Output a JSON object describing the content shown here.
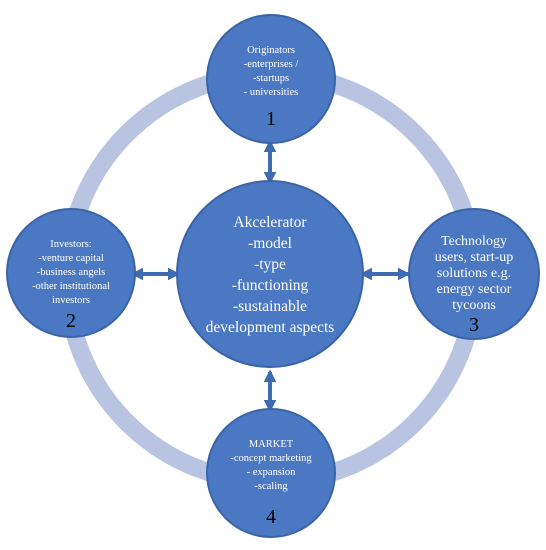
{
  "colors": {
    "ring": "#b8c4e2",
    "circle_fill": "#4a78c2",
    "circle_border": "#3a64a8",
    "arrow": "#3f6bb3",
    "text": "#ffffff",
    "number": "#000000"
  },
  "center": {
    "lines": [
      "Akcelerator",
      "-model",
      "-type",
      "-functioning",
      "-sustainable",
      "development aspects"
    ]
  },
  "nodes": {
    "top": {
      "lines": [
        "Originators",
        "-enterprises /",
        "-startups",
        "- universities"
      ],
      "number": "1"
    },
    "left": {
      "lines": [
        "Investors:",
        "-venture capital",
        "-business angels",
        "-other institutional",
        "investors"
      ],
      "number": "2"
    },
    "right": {
      "lines": [
        "Technology",
        "users, start-up",
        "solutions e.g.",
        "energy sector",
        "tycoons"
      ],
      "number": "3"
    },
    "bottom": {
      "lines": [
        "MARKET",
        "-concept marketing",
        "- expansion",
        "-scaling"
      ],
      "number": "4"
    }
  },
  "arrows": {
    "style": "double-headed"
  }
}
